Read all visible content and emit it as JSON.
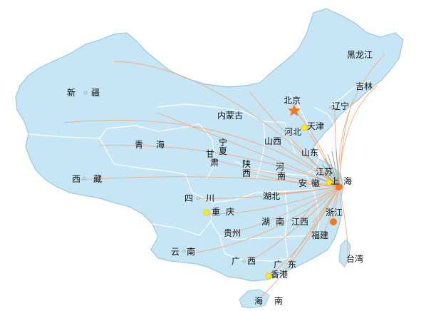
{
  "map": {
    "colors": {
      "land": "#c6e6f5",
      "border": "#ffffff",
      "outline": "#8fbfd6",
      "route": "#f0a878",
      "hub": "#f47a1e",
      "city": "#ffee00",
      "capital_star": "#f07820"
    },
    "regions": {
      "xinjiang": "新疆",
      "xizang": "西藏",
      "qinghai": "青海",
      "gansu": "甘肃",
      "ningxia": "宁夏",
      "neimenggu": "内蒙古",
      "heilongjiang": "黑龙江",
      "jilin": "吉林",
      "liaoning": "辽宁",
      "beijing": "北京",
      "tianjin": "天津",
      "hebei": "河北",
      "shanxi": "山西",
      "shandong": "山东",
      "shaanxi": "陕西",
      "henan": "河南",
      "jiangsu": "江苏",
      "anhui": "安徽",
      "shanghai": "上海",
      "sichuan": "四川",
      "chongqing": "重庆",
      "hubei": "湖北",
      "hunan": "湖南",
      "jiangxi": "江西",
      "zhejiang": "浙江",
      "fujian": "福建",
      "guizhou": "贵州",
      "yunnan": "云南",
      "guangxi": "广西",
      "guangdong": "广东",
      "xianggang": "香港",
      "taiwan": "台湾",
      "hainan": "海南"
    }
  }
}
